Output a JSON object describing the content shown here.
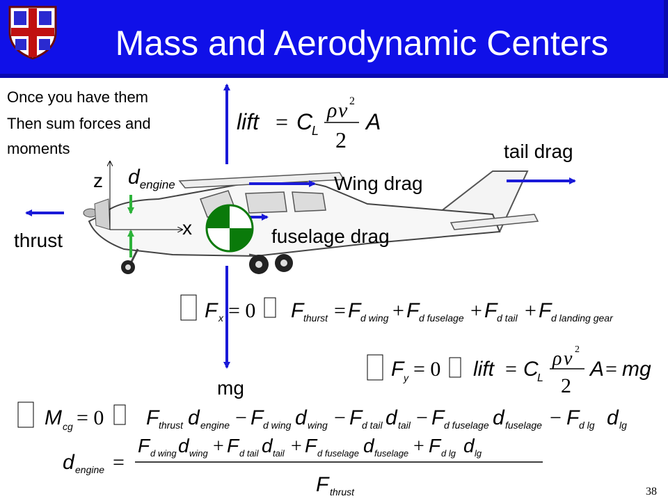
{
  "slide": {
    "title": "Mass and Aerodynamic Centers",
    "page_number": "38"
  },
  "notes": {
    "line1": "Once you have them",
    "line2": "Then sum forces and",
    "line3": "moments"
  },
  "labels": {
    "tail_drag": "tail drag",
    "wing_drag": "Wing drag",
    "fuselage_drag": "fuselage drag",
    "thrust": "thrust",
    "mg": "mg",
    "axis_z": "z",
    "axis_x": "x",
    "d_engine_main": "d",
    "d_engine_sub": "engine"
  },
  "equations": {
    "lift": "lift = C_L (ρv²/2) A",
    "sum_fx": "Σ F_x = 0 ⇒ F_thurst = F_d wing + F_d fuselage + F_d tail + F_d landing gear",
    "sum_fy": "Σ F_y = 0 ⇒ lift = C_L (ρv²/2) A = mg",
    "sum_mcg": "Σ M_cg = 0 ⇒ F_thrust d_engine − F_d wing d_wing − F_d tail d_tail − F_d fuselage d_fuselage − F_d lg d_lg",
    "d_engine": "d_engine = (F_d wing d_wing + F_d tail d_tail + F_d fuselage d_fuselage + F_d lg d_lg) / F_thrust"
  },
  "colors": {
    "banner": "#1010e8",
    "arrow": "#1a1ad8",
    "green": "#2db33a",
    "cg_green": "#0a7a0a"
  }
}
